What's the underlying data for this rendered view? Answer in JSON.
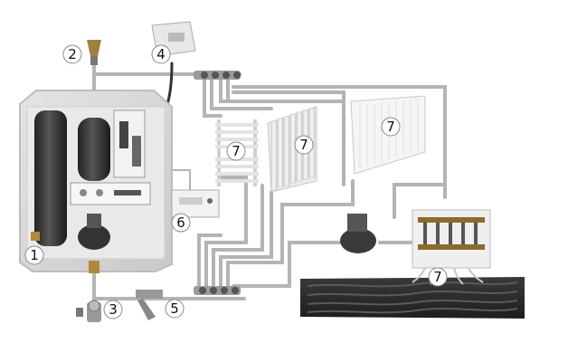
{
  "diagram": {
    "labels": {
      "boiler_part": "1",
      "air_vent": "2",
      "shutoff_valve": "3",
      "thermostat": "4",
      "strainer": "5",
      "controller": "6",
      "heater_towel": "7",
      "heater_radiator": "7",
      "heater_panel": "7",
      "heater_floor": "7"
    },
    "colors": {
      "pipe": "#b4b4b4",
      "cabinet": "#dcdcdc",
      "floor": "#2a2a2a",
      "marker_fill": "#ffffff",
      "marker_stroke": "#888888"
    }
  }
}
